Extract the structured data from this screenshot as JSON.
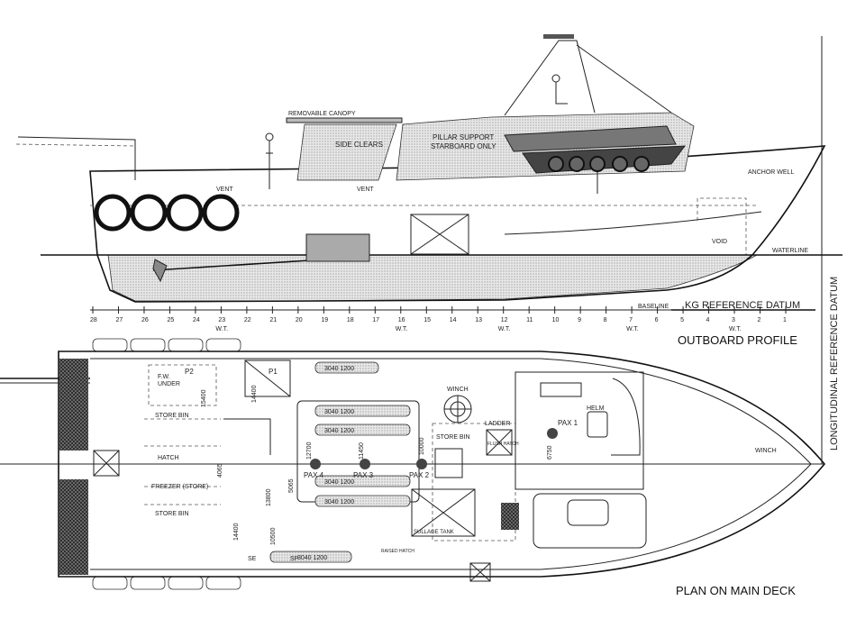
{
  "profile": {
    "title": "OUTBOARD PROFILE",
    "labels": {
      "canopy": "REMOVABLE CANOPY",
      "side_clears": "SIDE CLEARS",
      "pillar_1": "PILLAR SUPPORT",
      "pillar_2": "STARBOARD ONLY",
      "vent_stern": "VENT",
      "vent_mid": "VENT",
      "anchor_well": "ANCHOR WELL",
      "void": "VOID",
      "waterline": "WATERLINE",
      "baseline": "BASELINE",
      "kg_datum": "KG REFERENCE DATUM"
    },
    "stations": [
      "28",
      "27",
      "26",
      "25",
      "24",
      "23",
      "22",
      "21",
      "20",
      "19",
      "18",
      "17",
      "16",
      "15",
      "14",
      "13",
      "12",
      "11",
      "10",
      "9",
      "8",
      "7",
      "6",
      "5",
      "4",
      "3",
      "2",
      "1"
    ],
    "wt_label": "W.T.",
    "wt_stations": [
      "23",
      "16",
      "12",
      "7",
      "3"
    ]
  },
  "datum_label": "LONGITUDINAL REFERENCE DATUM",
  "plan": {
    "title": "PLAN ON MAIN DECK",
    "labels": {
      "fw_under_1": "F.W.",
      "fw_under_2": "UNDER",
      "p2": "P2",
      "p1": "P1",
      "store_bin_1": "STORE BIN",
      "hatch": "HATCH",
      "freezer": "FREEZER (STORE)",
      "store_bin_2": "STORE BIN",
      "store_bin_3": "STORE BIN",
      "winch_deck": "WINCH",
      "winch_bow": "WINCH",
      "ladder": "LADDER",
      "flush_hatch": "FLUSH HATCH",
      "helm": "HELM",
      "pax1": "PAX 1",
      "pax2": "PAX 2",
      "pax3": "PAX 3",
      "pax4": "PAX 4",
      "sullage": "SULLAGE TANK",
      "raised_hatch": "RAISED HATCH",
      "se": "SE",
      "sp": "SP"
    },
    "dimensions": [
      "15400",
      "14400",
      "4065",
      "12700",
      "11450",
      "10000",
      "5065",
      "13800",
      "14400",
      "10500",
      "6750"
    ],
    "seat_label": "3040 1200"
  }
}
